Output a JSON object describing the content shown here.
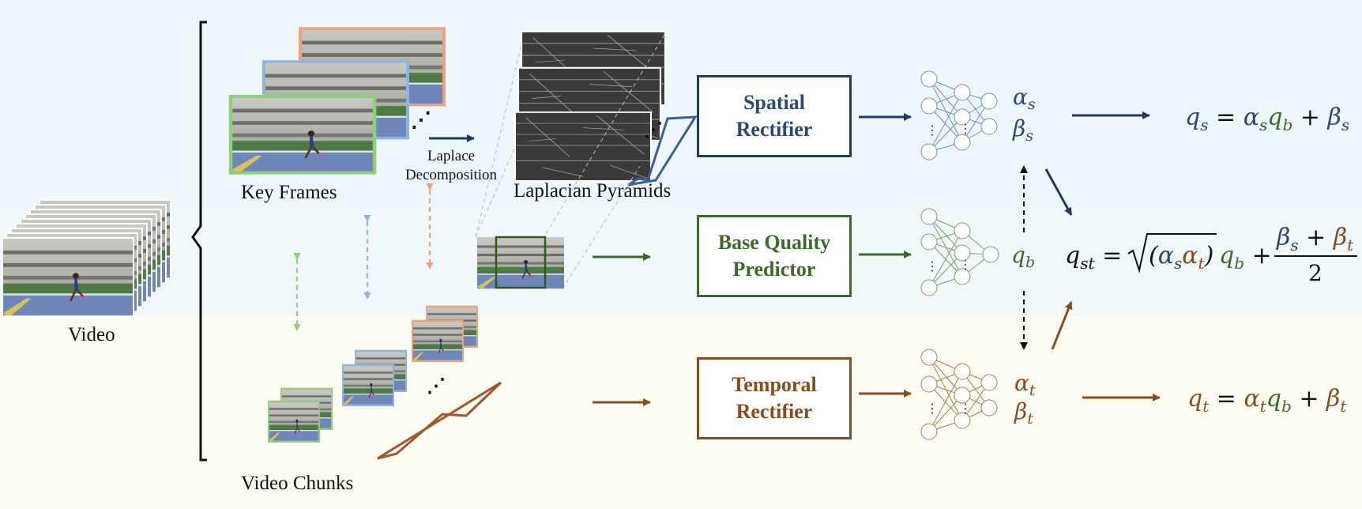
{
  "labels": {
    "video": "Video",
    "key_frames": "Key Frames",
    "laplace_line1": "Laplace",
    "laplace_line2": "Decomposition",
    "laplacian_pyramids": "Laplacian Pyramids",
    "video_chunks": "Video Chunks"
  },
  "modules": {
    "spatial_line1": "Spatial",
    "spatial_line2": "Rectifier",
    "base_line1": "Base Quality",
    "base_line2": "Predictor",
    "temporal_line1": "Temporal",
    "temporal_line2": "Rectifier"
  },
  "colors": {
    "spatial": "#1f3b63",
    "base": "#3d6a2b",
    "temporal": "#8a4c1e",
    "key_green": "#8fce7a",
    "key_blue": "#8fb4e0",
    "key_orange": "#f0a07a"
  }
}
